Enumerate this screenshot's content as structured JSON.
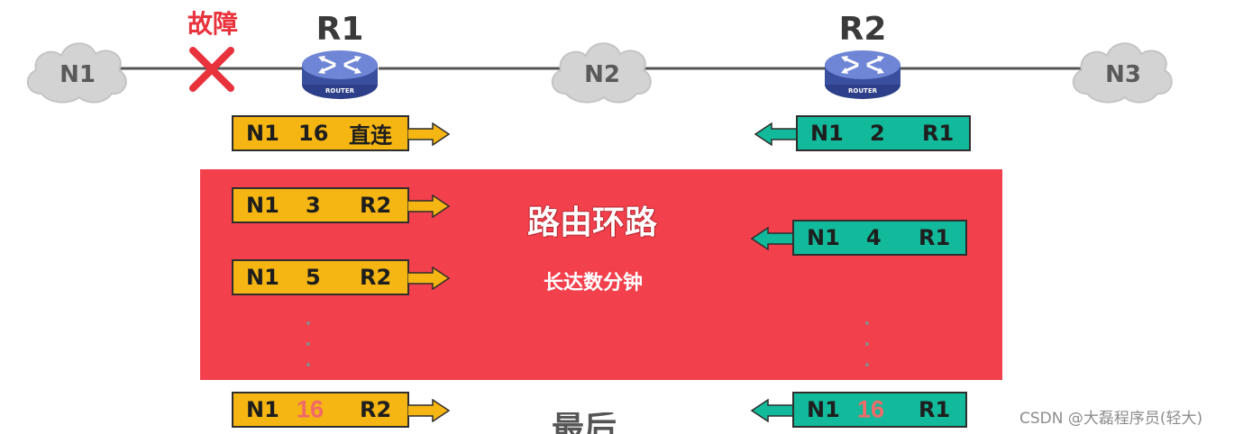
{
  "topology": {
    "networks": [
      "N1",
      "N2",
      "N3"
    ],
    "routers": [
      {
        "name": "R1",
        "tag": "ROUTER"
      },
      {
        "name": "R2",
        "tag": "ROUTER"
      }
    ],
    "fault_label": "故障"
  },
  "loop": {
    "title": "路由环路",
    "subtitle": "长达数分钟"
  },
  "r1_updates": [
    {
      "net": "N1",
      "metric": "16",
      "next": "直连"
    },
    {
      "net": "N1",
      "metric": "3",
      "next": "R2"
    },
    {
      "net": "N1",
      "metric": "5",
      "next": "R2"
    },
    {
      "net": "N1",
      "metric": "16",
      "next": "R2"
    }
  ],
  "r2_updates": [
    {
      "net": "N1",
      "metric": "2",
      "next": "R1"
    },
    {
      "net": "N1",
      "metric": "4",
      "next": "R1"
    },
    {
      "net": "N1",
      "metric": "16",
      "next": "R1"
    }
  ],
  "partial_text": "最后",
  "watermark": "CSDN @大磊程序员(轻大)",
  "colors": {
    "r1_box": "#f5b512",
    "r2_box": "#12b99a",
    "loop_panel": "#f2404c",
    "fault": "#e8323c",
    "highlight": "#f06a6a"
  }
}
